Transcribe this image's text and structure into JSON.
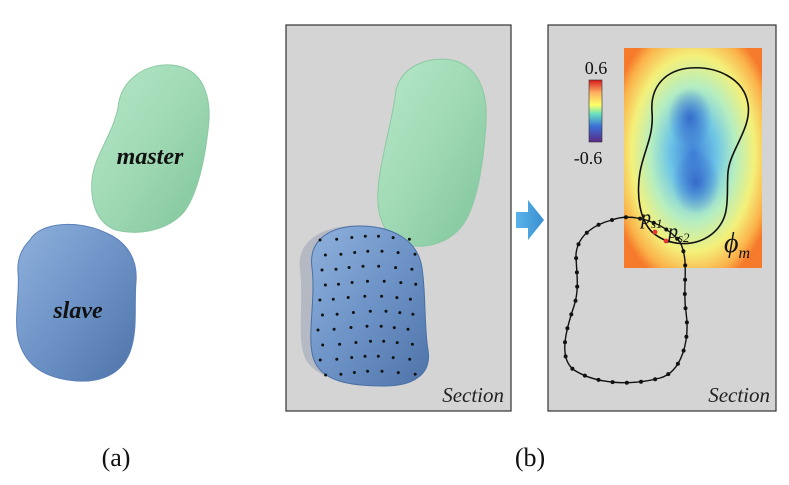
{
  "panel_a": {
    "caption": "(a)",
    "master_label": "master",
    "slave_label": "slave"
  },
  "panel_b": {
    "caption": "(b)",
    "left_section_label": "Section",
    "right_section_label": "Section",
    "colorbar": {
      "max_label": "0.6",
      "min_label": "-0.6"
    },
    "contact_points": {
      "p1_base": "p",
      "p1_sub": "s1",
      "p2_base": "p",
      "p2_sub": "s2"
    },
    "phi": {
      "symbol": "ϕ",
      "sub": "m"
    }
  },
  "colors": {
    "master_fill": "#9fd9b4",
    "slave_fill": "#6d93c7",
    "panel_bg": "#d4d4d4",
    "arrow": "#4aa3dc",
    "contact_point": "#e53935"
  }
}
